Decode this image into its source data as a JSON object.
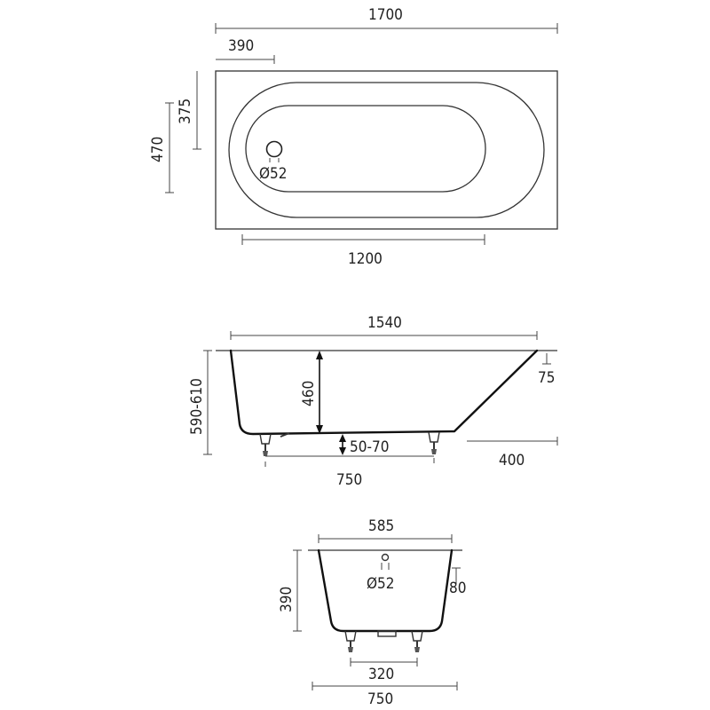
{
  "top_view": {
    "overall_length": "1700",
    "drain_offset": "390",
    "inner_half_width": "375",
    "overall_width": "470",
    "drain_diameter": "Ø52",
    "inner_length": "1200"
  },
  "side_view": {
    "top_length": "1540",
    "depth": "460",
    "overall_height": "590-610",
    "rim_height": "75",
    "leg_adjust": "50-70",
    "slope_length": "400",
    "leg_spacing": "750"
  },
  "end_view": {
    "top_width": "585",
    "height": "390",
    "overflow_diameter": "Ø52",
    "overflow_height": "80",
    "inner_leg_spacing": "320",
    "outer_width": "750"
  }
}
